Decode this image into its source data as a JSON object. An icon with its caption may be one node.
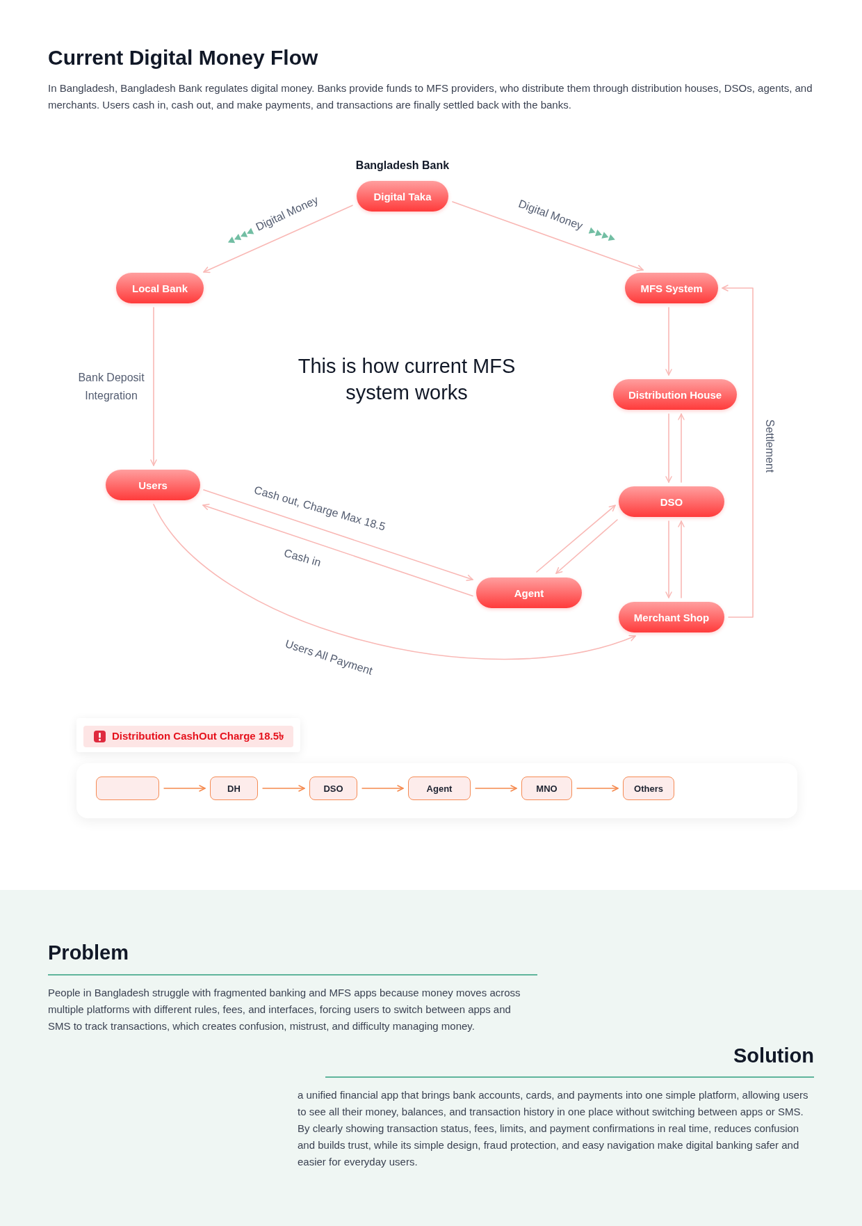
{
  "diagram": {
    "title": "Current Digital Money Flow",
    "nodes": [
      {
        "text": [
          "Bangladesh Bank",
          "Digital Taka"
        ]
      },
      {
        "text": [
          "Local Bank"
        ]
      },
      {
        "text": [
          "MFS System"
        ]
      },
      {
        "text": [
          "Distribution House"
        ]
      },
      {
        "text": [
          "Users"
        ]
      },
      {
        "text": [
          "DSO"
        ]
      },
      {
        "text": [
          "Agent"
        ]
      },
      {
        "text": [
          "Merchant Shop"
        ]
      },
      {
        "text": [
          "Distribution CashOut Charge 18.5৳"
        ]
      },
      {
        "text": [],
        "shape": "box"
      },
      {
        "text": [
          "DH"
        ]
      },
      {
        "text": [
          "DSO"
        ]
      },
      {
        "text": [
          "Agent"
        ]
      },
      {
        "text": [
          "MNO"
        ]
      },
      {
        "text": [
          "Others"
        ]
      }
    ],
    "edges": [
      {
        "from": 0,
        "to": 1,
        "arrow": "to",
        "label": "Digital Money"
      },
      {
        "from": 0,
        "to": 2,
        "arrow": "to",
        "label": "Digital Money"
      },
      {
        "from": 1,
        "to": 4,
        "arrow": "to",
        "label": "Bank Deposit Integration"
      },
      {
        "from": 2,
        "to": 3,
        "arrow": "to"
      },
      {
        "from": 3,
        "to": 5,
        "arrow": "to"
      },
      {
        "from": 5,
        "to": 3,
        "arrow": "to"
      },
      {
        "from": 5,
        "to": 7,
        "arrow": "to"
      },
      {
        "from": 7,
        "to": 5,
        "arrow": "to"
      },
      {
        "from": 7,
        "to": 2,
        "arrow": "to",
        "label": "Settlement"
      },
      {
        "from": 4,
        "to": 6,
        "arrow": "to",
        "label": "Cash out, Charge Max 18.5"
      },
      {
        "from": 6,
        "to": 4,
        "arrow": "to",
        "label": "Cash in"
      },
      {
        "from": 6,
        "to": 5,
        "arrow": "to"
      },
      {
        "from": 5,
        "to": 6,
        "arrow": "to"
      },
      {
        "from": 4,
        "to": 7,
        "arrow": "to",
        "label": "Users All Payment"
      },
      {
        "from": 9,
        "to": 10,
        "arrow": "to",
        "color": "#f5894e"
      },
      {
        "from": 10,
        "to": 11,
        "arrow": "to",
        "color": "#f5894e"
      },
      {
        "from": 11,
        "to": 12,
        "arrow": "to",
        "color": "#f5894e"
      },
      {
        "from": 12,
        "to": 13,
        "arrow": "to",
        "color": "#f5894e"
      },
      {
        "from": 13,
        "to": 14,
        "arrow": "to",
        "color": "#f5894e"
      }
    ],
    "labels": [
      "In Bangladesh, Bangladesh Bank regulates digital money. Banks provide funds to MFS providers, who distribute them through distribution houses, DSOs, agents, and merchants. Users cash in, cash out, and make payments, and transactions are finally settled back with the banks.",
      "This is how current MFS system works",
      "Problem",
      "People in Bangladesh struggle with fragmented banking and MFS apps because money moves across multiple platforms with different rules, fees, and interfaces, forcing users to switch between apps and SMS to track transactions, which creates confusion, mistrust, and difficulty managing money.",
      "Solution",
      "a unified financial app that brings bank accounts, cards, and payments into one simple platform, allowing users to see all their money, balances, and transaction history in one place without switching between apps or SMS. By clearly showing transaction status, fees, limits, and payment confirmations in real time, reduces confusion and builds trust, while its simple design, fraud protection, and easy navigation make digital banking safer and easier for everyday users."
    ]
  }
}
